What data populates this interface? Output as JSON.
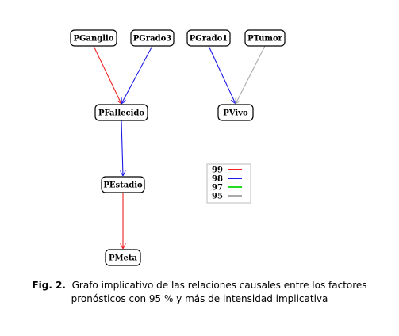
{
  "diagram": {
    "nodes": [
      {
        "id": "PGanglio",
        "label": "PGanglio"
      },
      {
        "id": "PGrado3",
        "label": "PGrado3"
      },
      {
        "id": "PGrado1",
        "label": "PGrado1"
      },
      {
        "id": "PTumor",
        "label": "PTumor"
      },
      {
        "id": "PFallecido",
        "label": "PFallecido"
      },
      {
        "id": "PVivo",
        "label": "PVivo"
      },
      {
        "id": "PEstadio",
        "label": "PEstadio"
      },
      {
        "id": "PMeta",
        "label": "PMeta"
      }
    ],
    "edges": [
      {
        "from": "PGanglio",
        "to": "PFallecido",
        "intensity": "99",
        "color": "#ee2222"
      },
      {
        "from": "PGrado3",
        "to": "PFallecido",
        "intensity": "98",
        "color": "#1a1ae6"
      },
      {
        "from": "PGrado1",
        "to": "PVivo",
        "intensity": "98",
        "color": "#1a1ae6"
      },
      {
        "from": "PTumor",
        "to": "PVivo",
        "intensity": "95",
        "color": "#aaaaaa"
      },
      {
        "from": "PFallecido",
        "to": "PEstadio",
        "intensity": "98",
        "color": "#1a1ae6"
      },
      {
        "from": "PEstadio",
        "to": "PMeta",
        "intensity": "99",
        "color": "#ee2222"
      }
    ],
    "legend": [
      {
        "label": "99",
        "color": "#ee2222"
      },
      {
        "label": "98",
        "color": "#1a1ae6"
      },
      {
        "label": "97",
        "color": "#22dd22"
      },
      {
        "label": "95",
        "color": "#aaaaaa"
      }
    ]
  },
  "caption": {
    "label": "Fig. 2.",
    "text": "Grafo implicativo de las relaciones causales entre los factores pronósticos con 95 % y más de intensidad implicativa"
  }
}
